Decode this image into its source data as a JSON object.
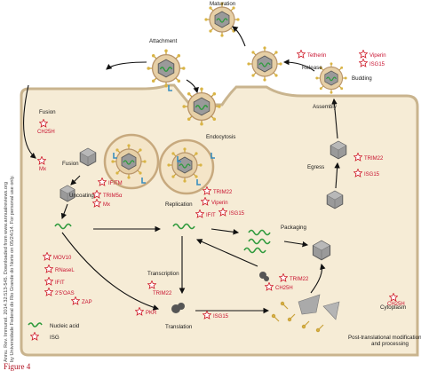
{
  "diagram": {
    "stages": {
      "maturation": "Maturation",
      "attachment": "Attachment",
      "fusion_top": "Fusion",
      "endocytosis": "Endocytosis",
      "fusion_mid": "Fusion",
      "uncoating": "Uncoating",
      "replication": "Replication",
      "transcription": "Transcription",
      "translation": "Translation",
      "packaging": "Packaging",
      "assembly": "Assembly",
      "egress": "Egress",
      "budding": "Budding",
      "release": "Release",
      "ptm": "Post-translational modification\nand processing",
      "cytoplasm": "Cytoplasm"
    },
    "isgs": {
      "tetherin": "Tetherin",
      "viperin_top": "Viperin",
      "isg15_top": "ISG15",
      "ch25h_top": "CH25H",
      "mx_left": "Mx",
      "ifitm": "IFITM",
      "trim5a": "TRIM5α",
      "mx_uncoat": "Mx",
      "trim22_rep": "TRIM22",
      "viperin_rep": "Viperin",
      "ifit_rep": "IFIT",
      "isg15_rep": "ISG15",
      "mov10": "MOV10",
      "rnasel": "RNaseL",
      "ifit_left": "IFIT",
      "oas": "2'5'OAS",
      "zap": "ZAP",
      "trim22_tx": "TRIM22",
      "pkr": "PKR",
      "isg15_bottom": "ISG15",
      "ch25h_mid": "CH25H",
      "trim22_mid": "TRIM22",
      "trim22_egress": "TRIM22",
      "isg15_egress": "ISG15",
      "ch25h_ptm": "CH25H"
    },
    "legend": {
      "nucleic_acid": "Nucleic acid",
      "isg": "ISG"
    },
    "side_text_1": "Annu. Rev. Immunol. 2014.32:513-545. Downloaded from www.annualreviews.org",
    "side_text_2": "by Universidade Federal do Rio Grande do Norte on 05/24/14. For personal use only.",
    "figure_label": "Figure 4"
  },
  "colors": {
    "cell_fill": "#f6ecd6",
    "cell_stroke": "#c9b48e",
    "capsid": "#8a8a8a",
    "rna": "#2e9a3c",
    "isg_star": "#d0202e",
    "envelope": "#c7a97e",
    "spike": "#caa23a",
    "receptor": "#3a8fbf",
    "arrow": "#111111"
  }
}
